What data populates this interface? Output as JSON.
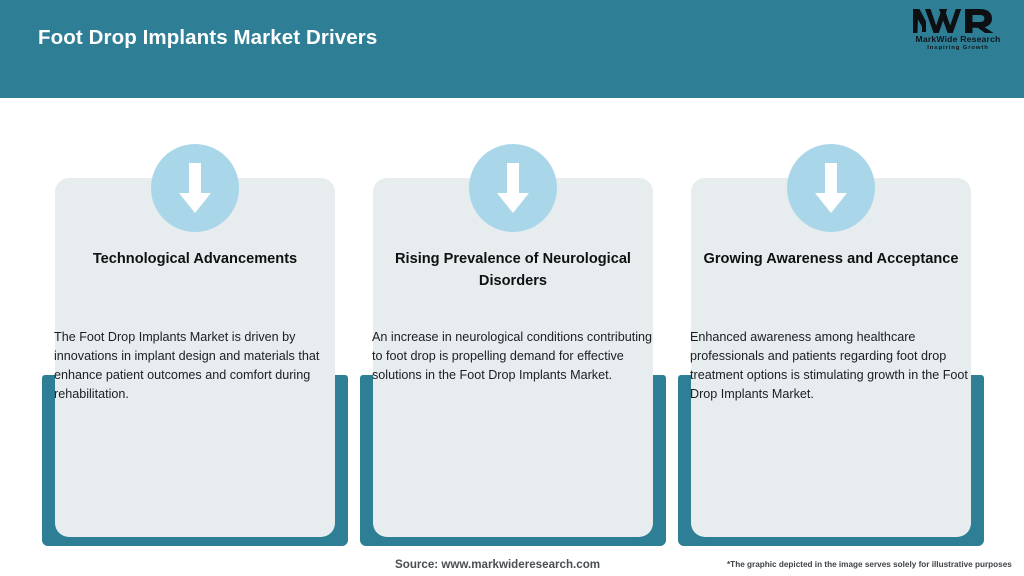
{
  "header": {
    "title": "Foot Drop Implants Market Drivers",
    "background_color": "#2e7f96",
    "title_color": "#ffffff"
  },
  "logo": {
    "mark": "MWR",
    "name": "MarkWide Research",
    "tagline": "Inspiring Growth"
  },
  "cards": [
    {
      "icon": "down-arrow-icon",
      "heading": "Technological Advancements",
      "body": "The Foot Drop Implants Market is driven by innovations in implant design and materials that enhance patient outcomes and comfort during rehabilitation."
    },
    {
      "icon": "down-arrow-icon",
      "heading": "Rising Prevalence of Neurological Disorders",
      "body": "An increase in neurological conditions contributing to foot drop is propelling demand for effective solutions in the Foot Drop Implants Market."
    },
    {
      "icon": "down-arrow-icon",
      "heading": "Growing Awareness and Acceptance",
      "body": "Enhanced awareness among healthcare professionals and patients regarding foot drop treatment options is stimulating growth in the Foot Drop Implants Market."
    }
  ],
  "footer": {
    "source": "Source: www.markwideresearch.com",
    "disclaimer": "*The graphic depicted in the image serves solely for illustrative purposes"
  },
  "colors": {
    "teal": "#2e7f96",
    "card_gray": "#e7ecee",
    "icon_blue": "#a9d6e8",
    "heading_text": "#0f1113"
  }
}
